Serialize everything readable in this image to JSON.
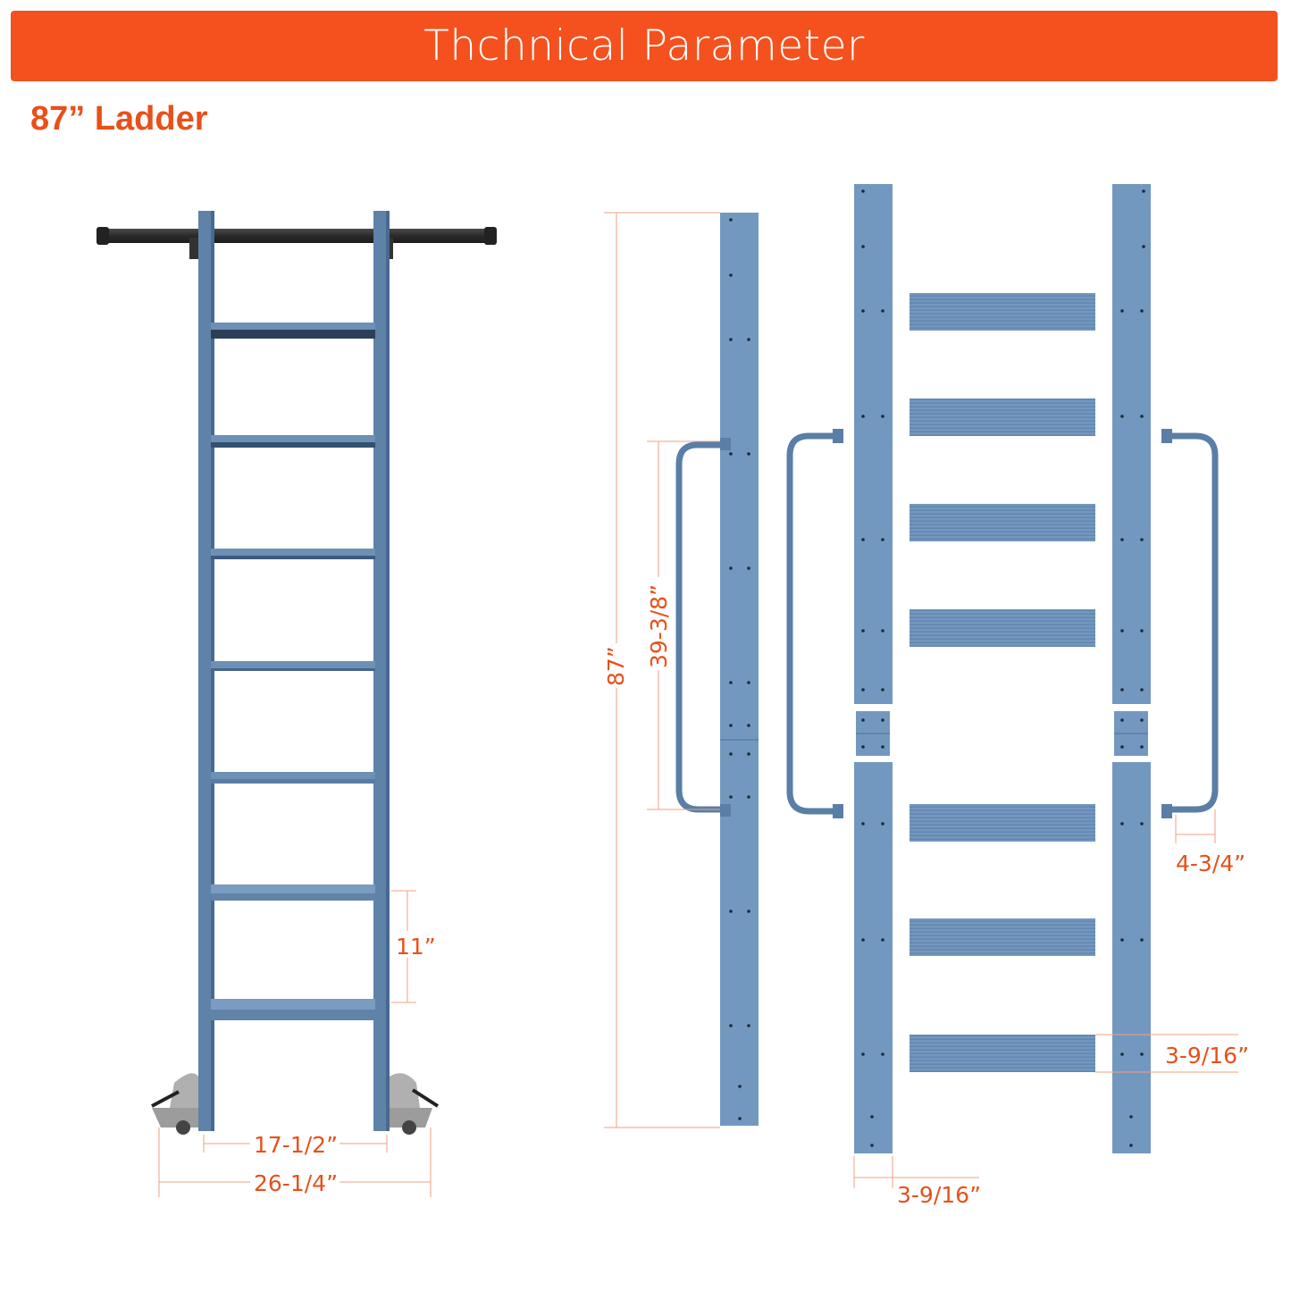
{
  "header": {
    "title": "Thchnical Parameter"
  },
  "subtitle": "87” Ladder",
  "colors": {
    "accent": "#f4511e",
    "dimension_text": "#e8501a",
    "ladder_blue": "#5f82a8",
    "panel_blue": "#7398bf",
    "rail_black": "#2e2e2e",
    "wheel_gray": "#9c9c9c"
  },
  "dimensions": {
    "rung_spacing": "11”",
    "inner_width": "17-1/2”",
    "outer_width": "26-1/4”",
    "total_height": "87”",
    "handrail_height": "39-3/8”",
    "handrail_offset": "4-3/4”",
    "step_depth": "3-9/16”",
    "rail_width": "3-9/16”"
  }
}
